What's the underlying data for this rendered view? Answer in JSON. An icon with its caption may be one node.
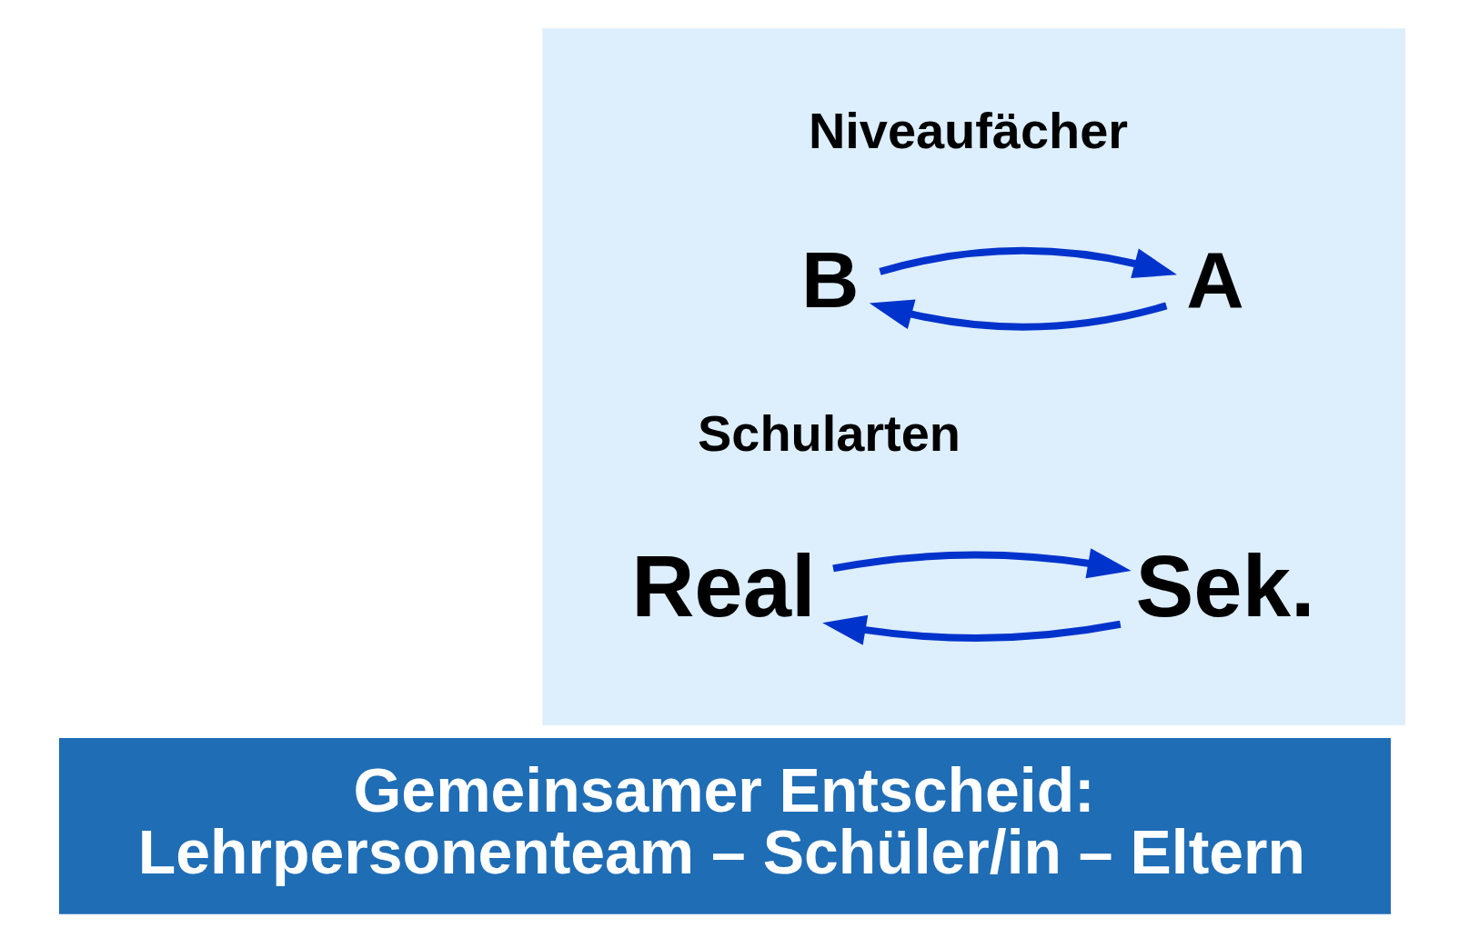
{
  "diagram": {
    "nodes": [
      {
        "text": [],
        "shape": "box"
      },
      {
        "text": [
          "B"
        ],
        "in": 0
      },
      {
        "text": [
          "A"
        ],
        "in": 0
      },
      {
        "text": [
          "Real"
        ],
        "in": 0
      },
      {
        "text": [
          "Sek."
        ],
        "in": 0
      },
      {
        "text": [
          "Gemeinsamer Entscheid: Lehrpersonenteam – Schüler/in – Eltern"
        ]
      }
    ],
    "edges": [
      {
        "from": 2,
        "to": 1,
        "arrow": "to"
      },
      {
        "from": 1,
        "to": 2,
        "arrow": "to"
      },
      {
        "from": 4,
        "to": 3,
        "arrow": "to"
      },
      {
        "from": 3,
        "to": 4,
        "arrow": "to"
      }
    ],
    "labels": [
      "Niveaufächer",
      "Schularten"
    ]
  }
}
